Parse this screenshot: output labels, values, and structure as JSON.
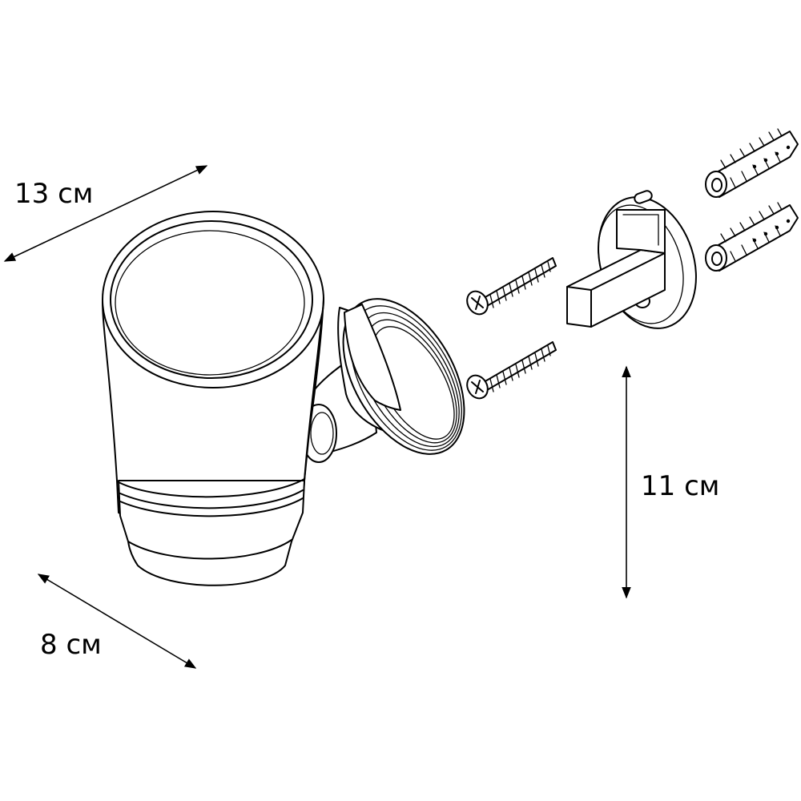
{
  "dimensions": {
    "length": "13 см",
    "height": "11 см",
    "depth": "8 см"
  },
  "parts": {
    "glass_holder": "tumbler-with-holder",
    "wall_plate": "mounting-plate",
    "screws": 2,
    "wall_plugs": 2
  },
  "colors": {
    "line": "#000000",
    "background": "#ffffff"
  }
}
